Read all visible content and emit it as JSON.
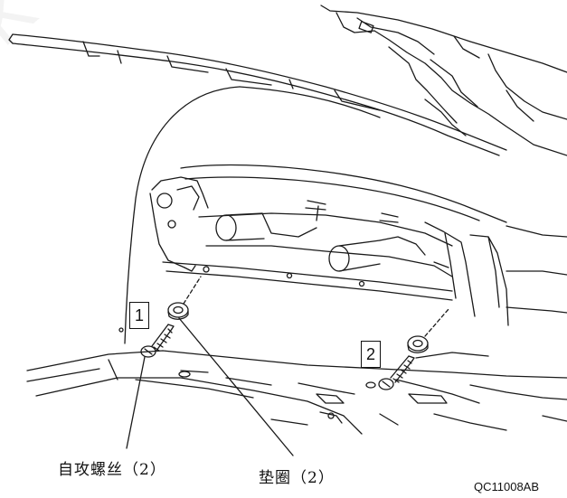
{
  "figure": {
    "watermark_text": "K",
    "callouts": [
      {
        "id": "callout-1",
        "text": "1"
      },
      {
        "id": "callout-2",
        "text": "2"
      }
    ],
    "labels": {
      "screw_label": "自攻螺丝（2）",
      "washer_label": "垫圈（2）"
    },
    "figure_code": "QC11008AB",
    "colors": {
      "line": "#1a1a1a",
      "background": "#ffffff"
    },
    "icons": {
      "screw": "self-tapping-screw-icon",
      "washer": "washer-icon"
    }
  }
}
